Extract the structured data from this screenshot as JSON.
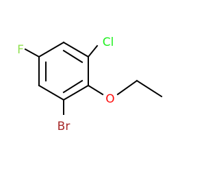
{
  "molecule": {
    "atoms": {
      "fluorine": {
        "symbol": "F",
        "color": "#90e050"
      },
      "chlorine": {
        "symbol": "Cl",
        "color": "#1ff01f"
      },
      "bromine": {
        "symbol": "Br",
        "color": "#a62929"
      },
      "oxygen": {
        "symbol": "O",
        "color": "#ff0d0d"
      }
    }
  }
}
